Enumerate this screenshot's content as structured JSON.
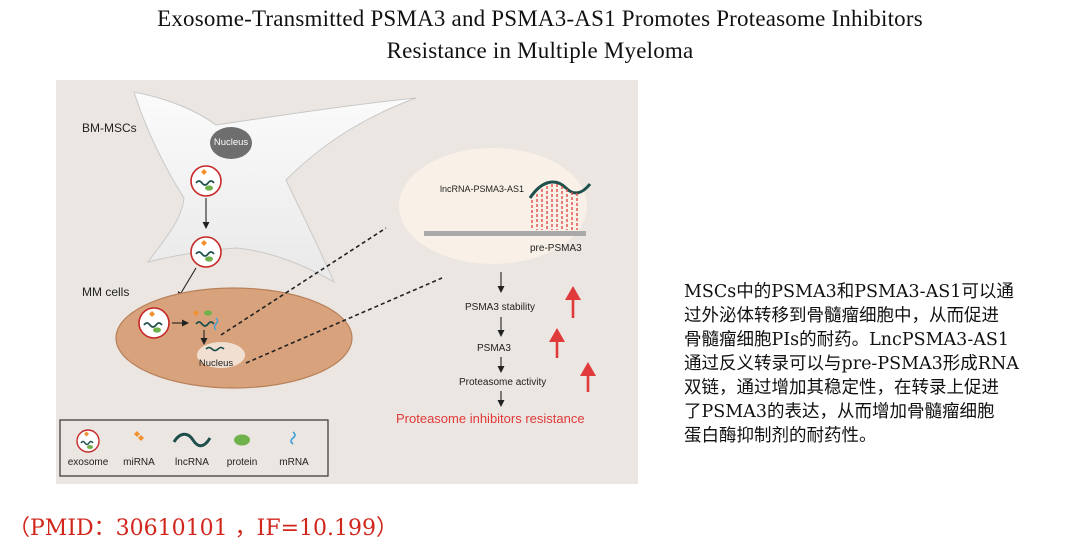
{
  "title": {
    "line1": "Exosome-Transmitted  PSMA3  and  PSMA3-AS1  Promotes  Proteasome Inhibitors",
    "line2": "Resistance in Multiple Myeloma"
  },
  "figure": {
    "bm_mscs_label": "BM-MSCs",
    "nucleus_top": "Nucleus",
    "mm_cells_label": "MM cells",
    "nucleus_bottom": "Nucleus",
    "lncrna_label": "lncRNA-PSMA3-AS1",
    "pre_psma3_label": "pre-PSMA3",
    "steps": [
      "PSMA3 stability",
      "PSMA3",
      "Proteasome  activity"
    ],
    "result": "Proteasome inhibitors resistance",
    "legend": [
      "exosome",
      "miRNA",
      "lncRNA",
      "protein",
      "mRNA"
    ],
    "colors": {
      "background": "#ebe6e1",
      "cell": "#d7a27c",
      "exosome_ring": "#c62828",
      "arrow_red": "#e03a3a",
      "lncrna": "#1f4f4c",
      "protein": "#6fb14a",
      "mrna": "#3fa0d8",
      "mirna": "#f1902f"
    }
  },
  "description": [
    "MSCs中的PSMA3和PSMA3-AS1可以通",
    "过外泌体转移到骨髓瘤细胞中，从而促进",
    "骨髓瘤细胞PIs的耐药。LncPSMA3-AS1",
    "通过反义转录可以与pre-PSMA3形成RNA",
    "双链，通过增加其稳定性，在转录上促进",
    "了PSMA3的表达，从而增加骨髓瘤细胞",
    "蛋白酶抑制剂的耐药性。"
  ],
  "citation": "（PMID：30610101 ，IF=10.199）"
}
